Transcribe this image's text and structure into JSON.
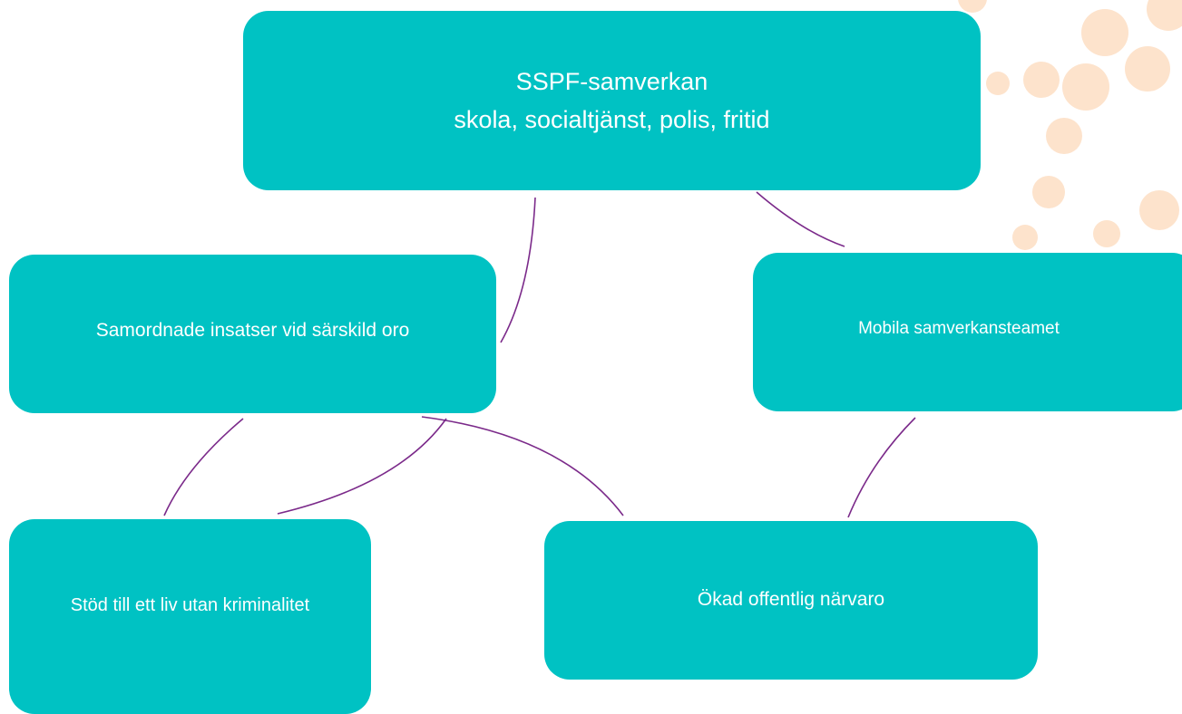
{
  "diagram": {
    "center_node": {
      "line1": "SSPF-samverkan",
      "line2": "skola, socialtjänst, polis, fritid"
    },
    "nodes": [
      {
        "id": "samordnade",
        "label": "Samordnade insatser vid särskild oro"
      },
      {
        "id": "mobila",
        "label": "Mobila samverkansteamet"
      },
      {
        "id": "stod",
        "label": "Stöd till ett liv utan kriminalitet"
      },
      {
        "id": "okad",
        "label": "Ökad offentlig närvaro"
      }
    ],
    "connections": [
      {
        "from": "center",
        "to": "samordnade"
      },
      {
        "from": "center",
        "to": "mobila"
      },
      {
        "from": "samordnade",
        "to": "stod"
      },
      {
        "from": "samordnade",
        "to": "stod"
      },
      {
        "from": "samordnade",
        "to": "okad"
      },
      {
        "from": "mobila",
        "to": "okad"
      }
    ]
  },
  "colors": {
    "box_fill": "#00c2c3",
    "box_text": "#ffffff",
    "connector": "#7b2a8a",
    "decor_dots": "#fde3cc"
  }
}
